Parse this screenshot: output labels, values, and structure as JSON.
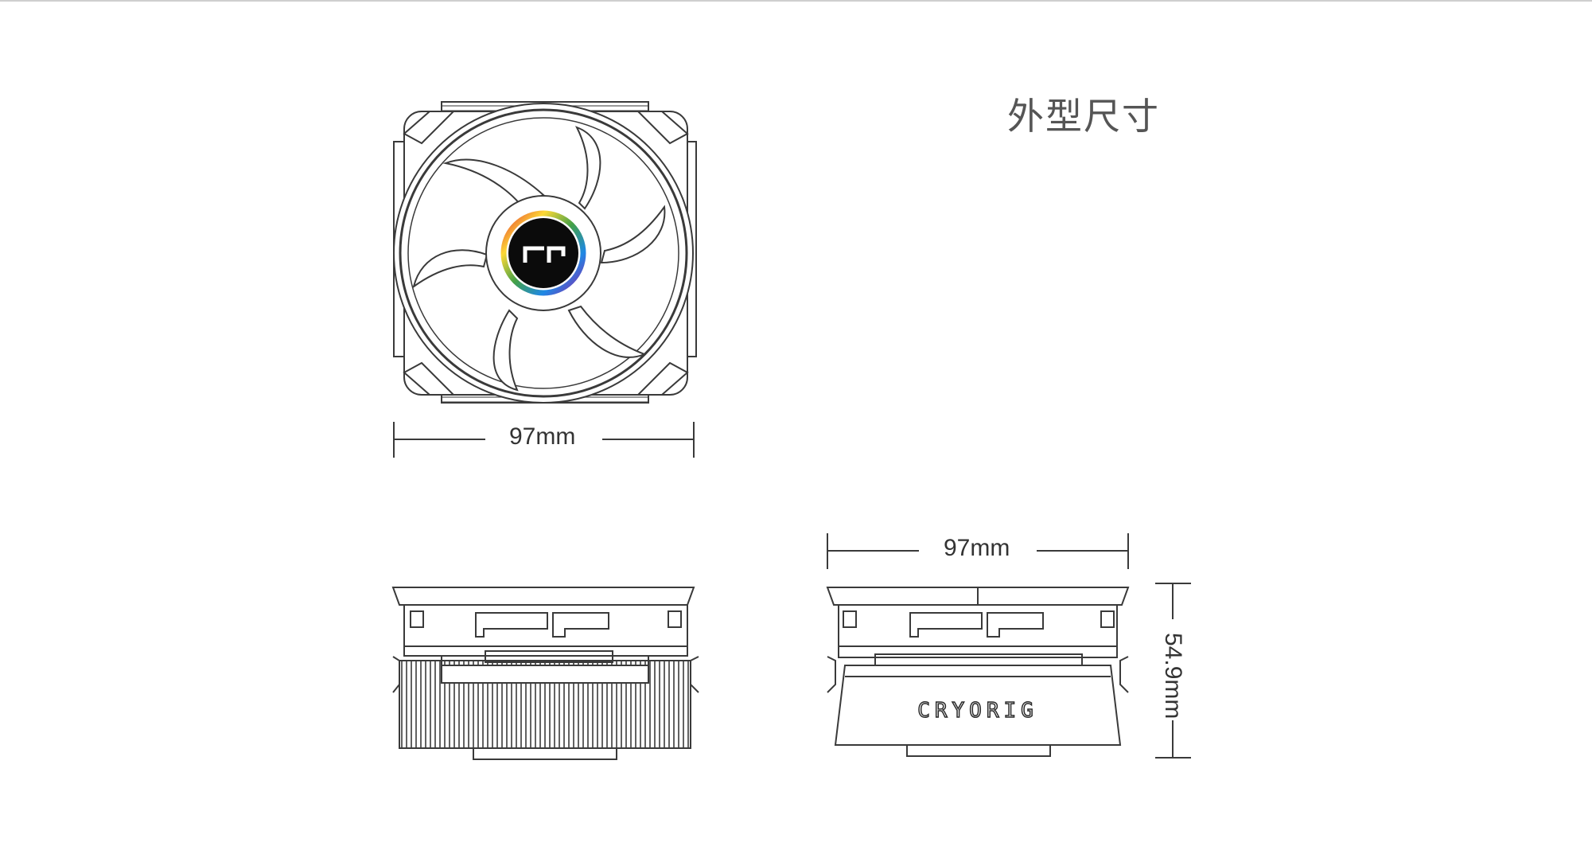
{
  "title": "外型尺寸",
  "dimensions": {
    "top_view_width": "97mm",
    "front_view_width": "97mm",
    "side_view_height": "54.9mm"
  },
  "logos": {
    "fan_hub_logo_text": "cr",
    "side_brand_text": "CRYORIG"
  },
  "colors": {
    "line": "#3a3a3a",
    "text": "#333333",
    "title": "#555555",
    "hub_dark": "#0b0b0b",
    "rgb_ring": [
      "#e53935",
      "#fdd835",
      "#43a047",
      "#1e88e5",
      "#8e24aa"
    ]
  }
}
